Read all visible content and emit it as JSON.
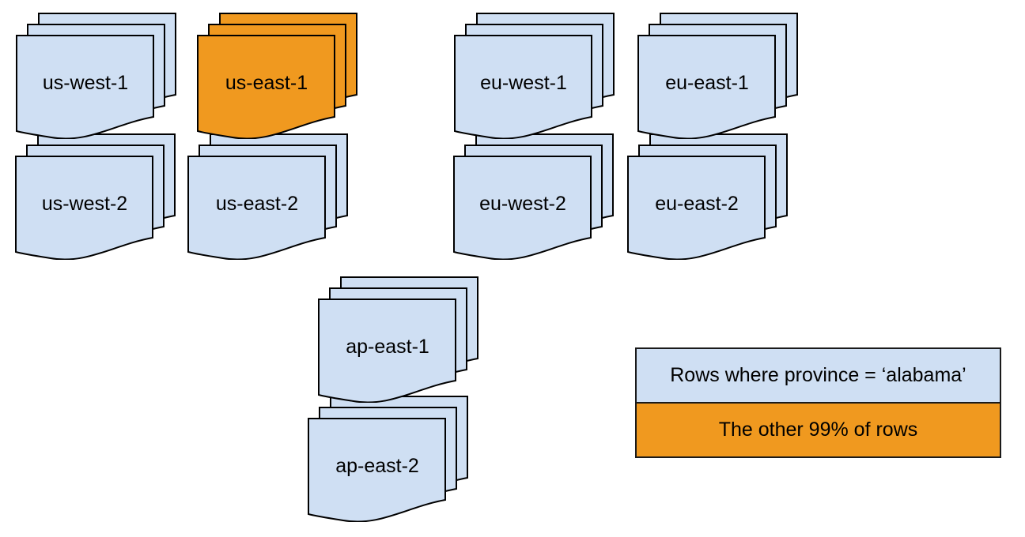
{
  "colors": {
    "region_fill_blue": "#cfdff3",
    "region_fill_orange": "#f0991f",
    "outline": "#000000",
    "background": "#ffffff"
  },
  "stacks": [
    {
      "label": "us-west-1",
      "color": "blue"
    },
    {
      "label": "us-east-1",
      "color": "orange"
    },
    {
      "label": "eu-west-1",
      "color": "blue"
    },
    {
      "label": "eu-east-1",
      "color": "blue"
    },
    {
      "label": "us-west-2",
      "color": "blue"
    },
    {
      "label": "us-east-2",
      "color": "blue"
    },
    {
      "label": "eu-west-2",
      "color": "blue"
    },
    {
      "label": "eu-east-2",
      "color": "blue"
    },
    {
      "label": "ap-east-1",
      "color": "blue"
    },
    {
      "label": "ap-east-2",
      "color": "blue"
    }
  ],
  "legend": {
    "items": [
      {
        "label": "Rows where province = ‘alabama’",
        "color": "blue"
      },
      {
        "label": "The other 99% of rows",
        "color": "orange"
      }
    ]
  }
}
